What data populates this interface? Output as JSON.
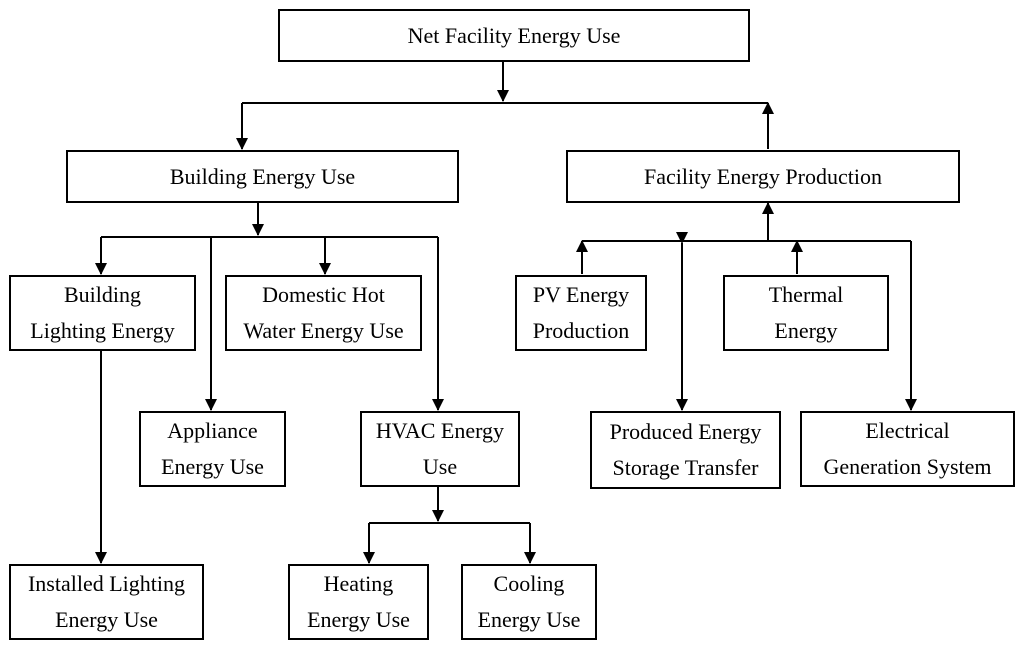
{
  "diagram": {
    "nodes": {
      "net": "Net Facility Energy Use",
      "building": "Building Energy Use",
      "production": "Facility Energy Production",
      "lighting": "Building\nLighting Energy",
      "dhw": "Domestic Hot\nWater Energy Use",
      "appliance": "Appliance\nEnergy Use",
      "hvac": "HVAC Energy\nUse",
      "installed_lighting": "Installed Lighting\nEnergy Use",
      "heating": "Heating\nEnergy Use",
      "cooling": "Cooling\nEnergy Use",
      "pv": "PV Energy\nProduction",
      "thermal": "Thermal\nEnergy",
      "storage": "Produced Energy\nStorage Transfer",
      "electrical": "Electrical\nGeneration System"
    },
    "line_color": "#000000"
  }
}
